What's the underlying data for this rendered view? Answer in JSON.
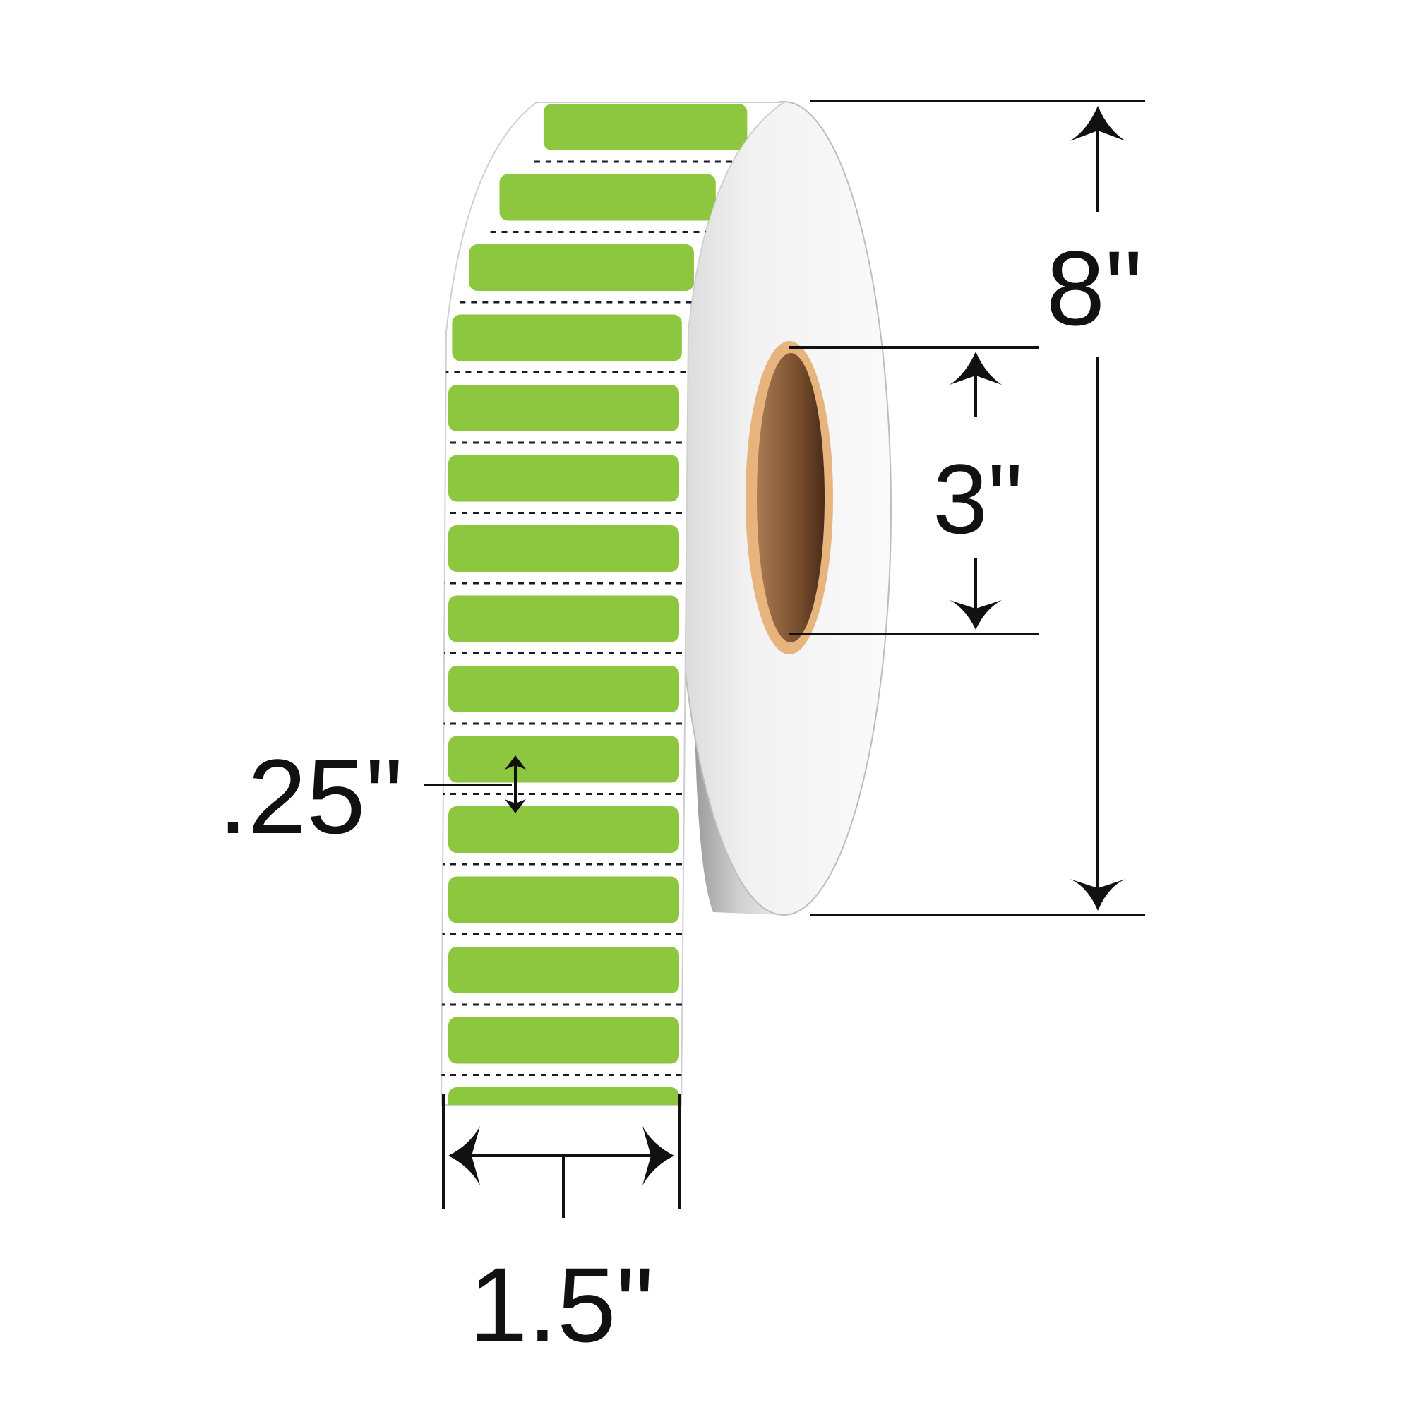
{
  "diagram": {
    "subject": "Label roll with green rectangular labels",
    "label_color": "#8DC63F",
    "core_color": "#8B5A34",
    "core_rim_color": "#E8B47E",
    "liner_color": "#FFFFFF",
    "perforation_color": "#1A1A2A",
    "label_count_visible": 15
  },
  "dimensions": {
    "roll_diameter": {
      "label": "8\"",
      "meaning": "outer roll diameter"
    },
    "core_diameter": {
      "label": "3\"",
      "meaning": "core inner diameter"
    },
    "label_height": {
      "label": ".25\"",
      "meaning": "label height"
    },
    "label_width": {
      "label": "1.5\"",
      "meaning": "label width"
    }
  }
}
